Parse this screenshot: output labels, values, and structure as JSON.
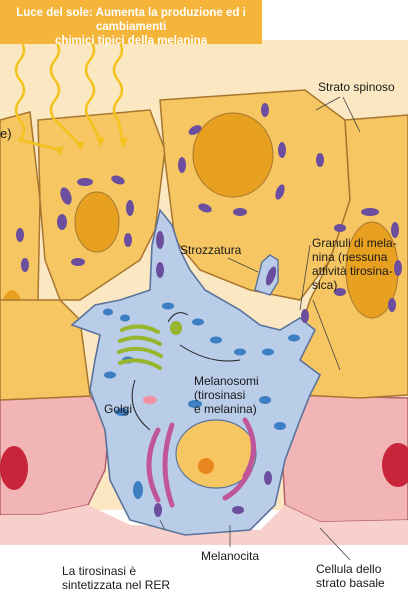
{
  "banner": {
    "line1": "Luce del sole: Aumenta la produzione ed i cambiamenti",
    "line2": "chimici tipici della melanina"
  },
  "labels": {
    "strato_spinoso": "Strato spinoso",
    "strozzatura": "Strozzatura",
    "granuli": "Granuli di mela-\nnina (nessuna\nattività tirosina-\nsica)",
    "golgi": "Golgi",
    "melanosomi": "Melanosomi\n(tirosinasi\ne melanina)",
    "tirosinasi": "La tirosinasi è\nsintetizzata nel RER",
    "melanocita": "Melanocita",
    "cellula_basale": "Cellula dello\nstrato basale",
    "clipped_fragment": "e)"
  },
  "colors": {
    "keratinocyte": "#f5c661",
    "keratinocyte_border": "#a8772f",
    "nucleus": "#e8a021",
    "basal_cell": "#f2b5b5",
    "basal_nucleus": "#c8243a",
    "melanocyte": "#b9cce8",
    "melanocyte_border": "#59739d",
    "granule_purple": "#6b4e9e",
    "melanosome_blue": "#3d7fc2",
    "golgi_green": "#98b52e",
    "rer_magenta": "#c0559a",
    "sun_ray": "#f4c21c",
    "banner_bg": "#f4b53a"
  }
}
